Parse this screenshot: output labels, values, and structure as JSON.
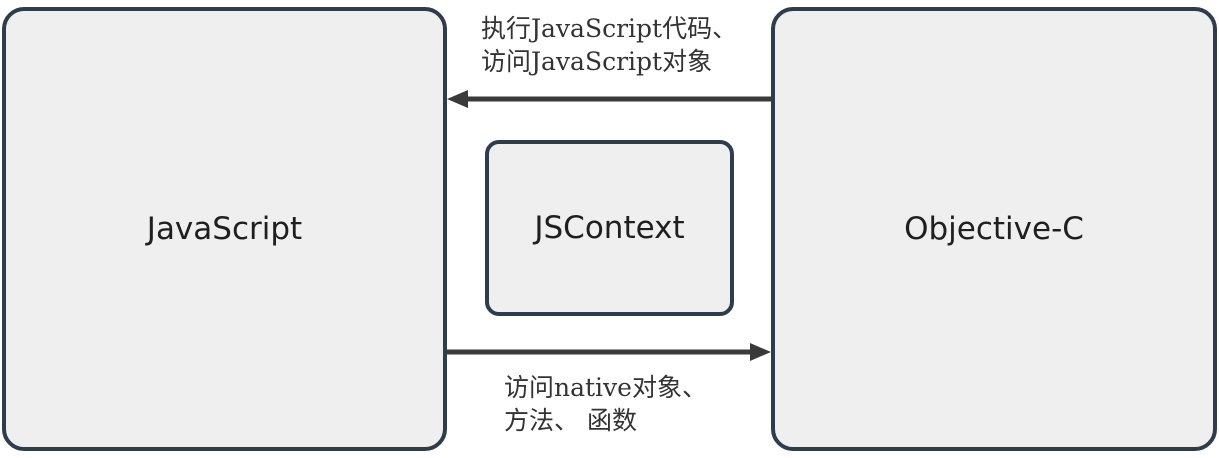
{
  "nodes": {
    "javascript": "JavaScript",
    "jscontext": "JSContext",
    "objective_c": "Objective-C"
  },
  "edges": {
    "objc_to_js": {
      "line1": "执行JavaScript代码、",
      "line2": "访问JavaScript对象"
    },
    "js_to_objc": {
      "line1": "访问native对象、",
      "line2": "方法、 函数"
    }
  },
  "colors": {
    "box_fill": "#efefef",
    "box_border": "#2f3c4b",
    "arrow": "#3a3a3a"
  }
}
